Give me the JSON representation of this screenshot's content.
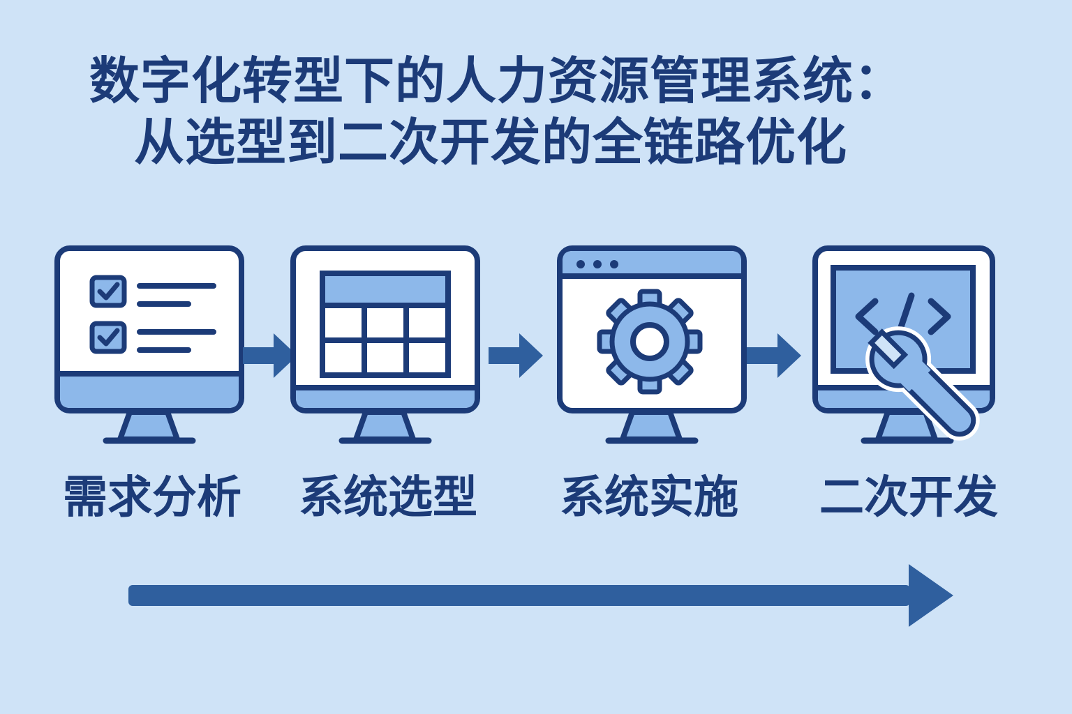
{
  "title": {
    "line1": "数字化转型下的人力资源管理系统：",
    "line2": "从选型到二次开发的全链路优化"
  },
  "steps": [
    {
      "label": "需求分析",
      "icon": "checklist-monitor-icon"
    },
    {
      "label": "系统选型",
      "icon": "table-monitor-icon"
    },
    {
      "label": "系统实施",
      "icon": "gear-browser-monitor-icon"
    },
    {
      "label": "二次开发",
      "icon": "code-wrench-monitor-icon"
    }
  ],
  "colors": {
    "background": "#cfe3f7",
    "primary": "#1c3b78",
    "accent": "#2f5f9e",
    "fill": "#8db8ea",
    "panel": "#ffffff"
  }
}
